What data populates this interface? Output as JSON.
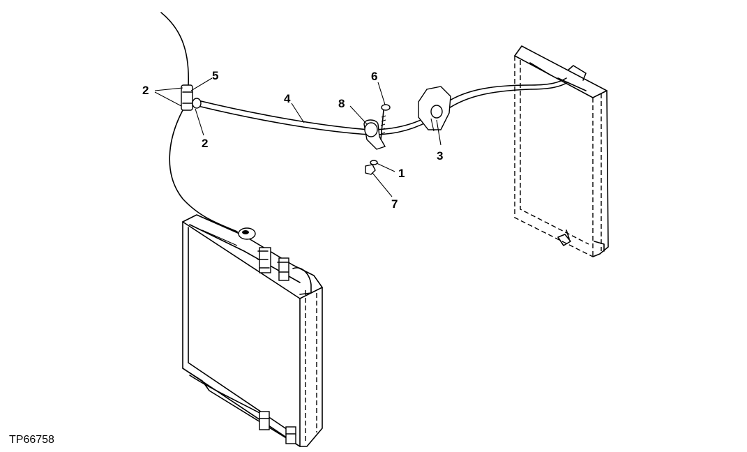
{
  "figure_id": "TP66758",
  "callouts": {
    "c1": "1",
    "c2a": "2",
    "c2b": "2",
    "c3": "3",
    "c4": "4",
    "c5": "5",
    "c6": "6",
    "c7": "7",
    "c8": "8"
  }
}
